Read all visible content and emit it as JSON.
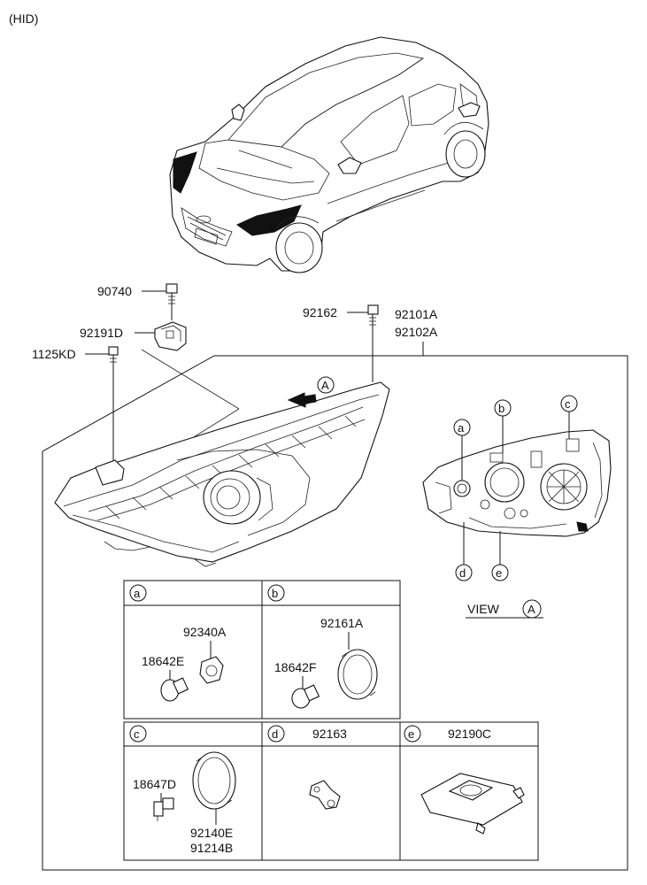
{
  "header": {
    "title": "(HID)"
  },
  "callouts": {
    "screw_top": "90740",
    "bracket": "92191D",
    "bolt_left": "1125KD",
    "bolt_right": "92162",
    "lamp_assy_1": "92101A",
    "lamp_assy_2": "92102A"
  },
  "view": {
    "arrow_letter": "A",
    "caption_text": "VIEW",
    "caption_letter": "A"
  },
  "view_letters": {
    "a": "a",
    "b": "b",
    "c": "c",
    "d": "d",
    "e": "e"
  },
  "cells": {
    "a": {
      "letter": "a",
      "part_1": "92340A",
      "part_2": "18642E"
    },
    "b": {
      "letter": "b",
      "part_1": "92161A",
      "part_2": "18642F"
    },
    "c": {
      "letter": "c",
      "part_1": "18647D",
      "part_2": "92140E",
      "part_3": "91214B"
    },
    "d": {
      "letter": "d",
      "part_1": "92163"
    },
    "e": {
      "letter": "e",
      "part_1": "92190C"
    }
  }
}
